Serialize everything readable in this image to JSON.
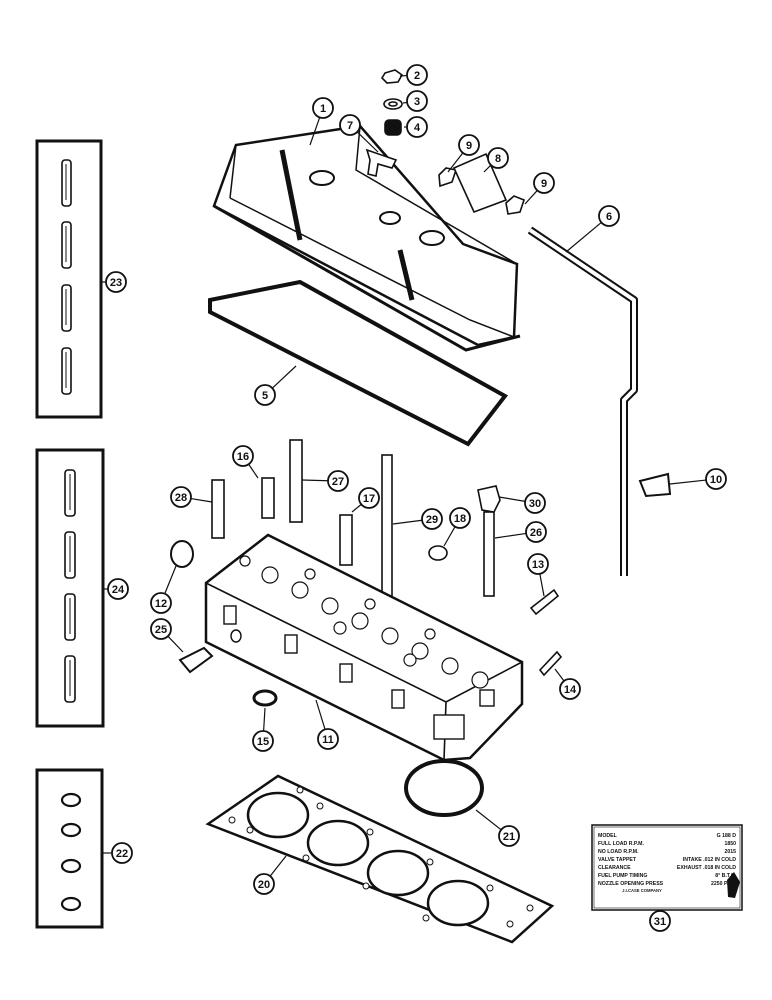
{
  "callouts": [
    "1",
    "2",
    "3",
    "4",
    "5",
    "6",
    "7",
    "8",
    "9",
    "9",
    "10",
    "11",
    "12",
    "13",
    "14",
    "15",
    "16",
    "17",
    "18",
    "20",
    "21",
    "22",
    "23",
    "24",
    "25",
    "26",
    "27",
    "28",
    "29",
    "30",
    "31"
  ],
  "plate": {
    "rows": [
      {
        "label": "MODEL",
        "value": "G 188 D"
      },
      {
        "label": "FULL LOAD R.P.M.",
        "value": "1850"
      },
      {
        "label": "NO LOAD R.P.M.",
        "value": "2015"
      },
      {
        "label": "VALVE TAPPET",
        "value": "INTAKE .012 IN COLD"
      },
      {
        "label": "CLEARANCE",
        "value": "EXHAUST .018 IN COLD"
      },
      {
        "label": "FUEL PUMP TIMING",
        "value": "8° B.T.C."
      },
      {
        "label": "NOZZLE OPENING PRESS",
        "value": "2250 P.S.I."
      }
    ],
    "company": "J.I.CASE COMPANY"
  }
}
